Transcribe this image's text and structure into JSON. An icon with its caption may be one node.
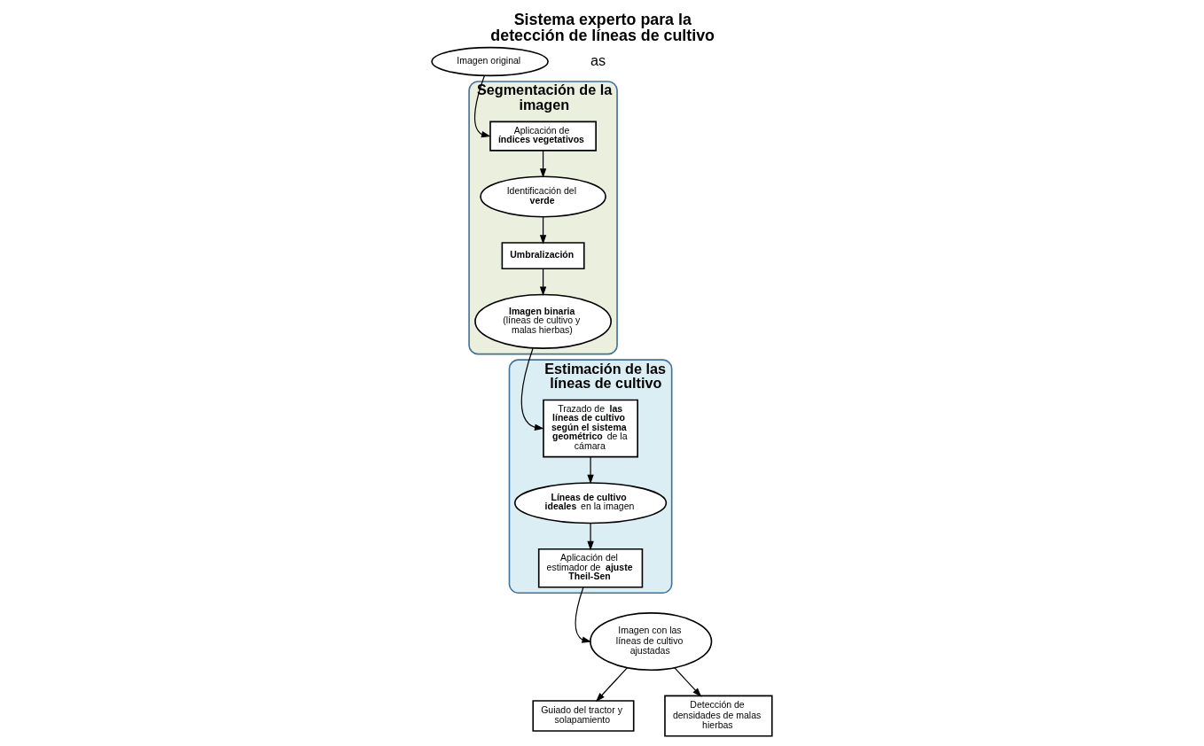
{
  "diagram": {
    "title": "Sistema experto para la detección de líneas de cultivo",
    "nodes": [
      {
        "text": [
          "Imagen original"
        ]
      },
      {
        "text": [
          "Segmentación de la imagen"
        ]
      },
      {
        "text": [
          "Aplicación de **índices vegetativos**"
        ],
        "in": 1
      },
      {
        "text": [
          "Identificación del **verde**"
        ],
        "in": 1
      },
      {
        "text": [
          "Umbralización"
        ],
        "in": 1
      },
      {
        "text": [
          "**Imagen binaria** (líneas de cultivo y malas hierbas)"
        ],
        "in": 1
      },
      {
        "text": [
          "Guiado del tractor y solapamiento"
        ]
      },
      {
        "text": [
          "Detección de densidades de malas hierbas"
        ]
      },
      {
        "text": [
          "Imagen con las líneas de cultivo ajustadas"
        ]
      },
      {
        "text": [
          "Estimación de las líneas de cultivo"
        ]
      },
      {
        "text": [
          "Trazado de **las líneas de cultivo según el sistema geométrico** de la cámara"
        ],
        "in": 9
      },
      {
        "text": [
          "**Líneas de cultivo ideales** en la imagen"
        ],
        "in": 9
      },
      {
        "text": [
          "Aplicación del estimador de **ajuste Theil-Sen**"
        ],
        "in": 9
      }
    ],
    "edges": [
      {
        "from": 0,
        "to": 2,
        "arrow": "to"
      },
      {
        "from": 2,
        "to": 3,
        "arrow": "to"
      },
      {
        "from": 3,
        "to": 4,
        "arrow": "to"
      },
      {
        "from": 4,
        "to": 5,
        "arrow": "to"
      },
      {
        "from": 5,
        "to": 10,
        "arrow": "to"
      },
      {
        "from": 10,
        "to": 11,
        "arrow": "to"
      },
      {
        "from": 11,
        "to": 12,
        "arrow": "to"
      },
      {
        "from": 12,
        "to": 8,
        "arrow": "to"
      },
      {
        "from": 8,
        "to": 7,
        "arrow": "to"
      },
      {
        "from": 8,
        "to": 6,
        "arrow": "to"
      }
    ],
    "labels": [
      "as"
    ]
  }
}
